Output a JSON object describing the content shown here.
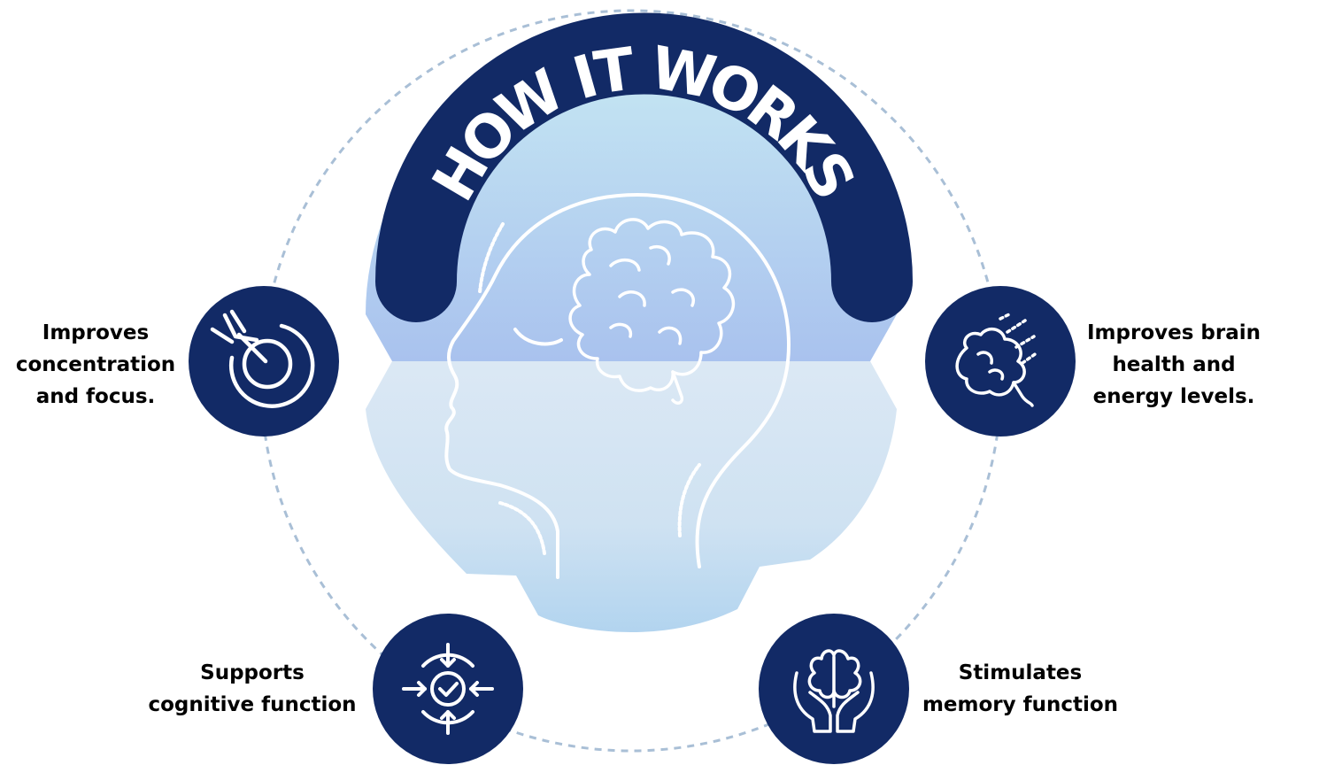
{
  "title": "HOW IT WORKS",
  "colors": {
    "navy": "#122a66",
    "ring": "#a9bfd6",
    "head_top": "#bfe3f1",
    "head_mid": "#a6c3ee",
    "head_bottom_light": "#dde9f3",
    "head_bottom": "#b4d5ef",
    "line_white": "#ffffff"
  },
  "benefits": [
    {
      "lines": [
        "Improves",
        "concentration",
        "and focus."
      ],
      "icon": "target-arrow-icon"
    },
    {
      "lines": [
        "Improves brain",
        "health and",
        "energy levels."
      ],
      "icon": "brain-energy-icon"
    },
    {
      "lines": [
        "Supports",
        "cognitive function"
      ],
      "icon": "focus-check-icon"
    },
    {
      "lines": [
        "Stimulates",
        "memory function"
      ],
      "icon": "hands-brain-icon"
    }
  ]
}
